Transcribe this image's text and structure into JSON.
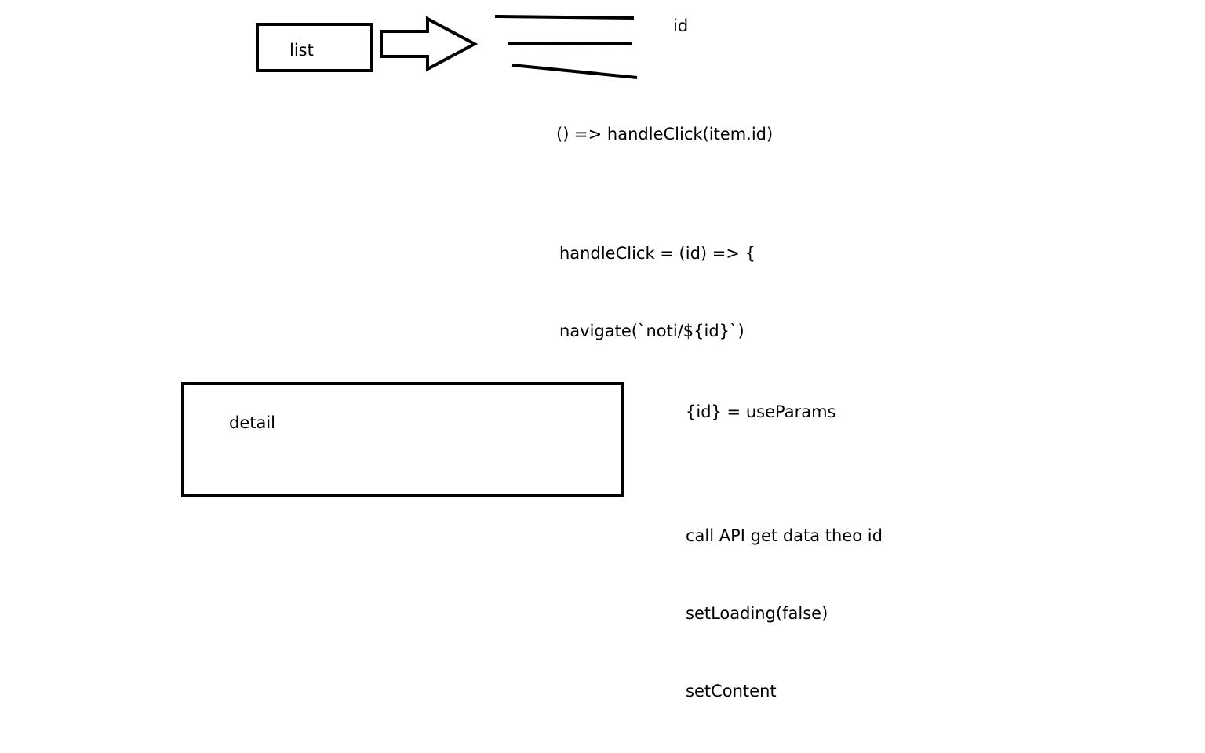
{
  "list_box": {
    "label": "list"
  },
  "detail_box": {
    "label": "detail"
  },
  "id_note": "id",
  "click_handler": "() => handleClick(item.id)",
  "handle_click_code": [
    "handleClick = (id) => {",
    "navigate(`noti/${id}`)",
    "}"
  ],
  "use_params": "{id} = useParams",
  "api_steps": [
    "call API get data theo id",
    "setLoading(false)",
    "setContent"
  ],
  "colors": {
    "ink": "#000000",
    "background": "#ffffff"
  }
}
